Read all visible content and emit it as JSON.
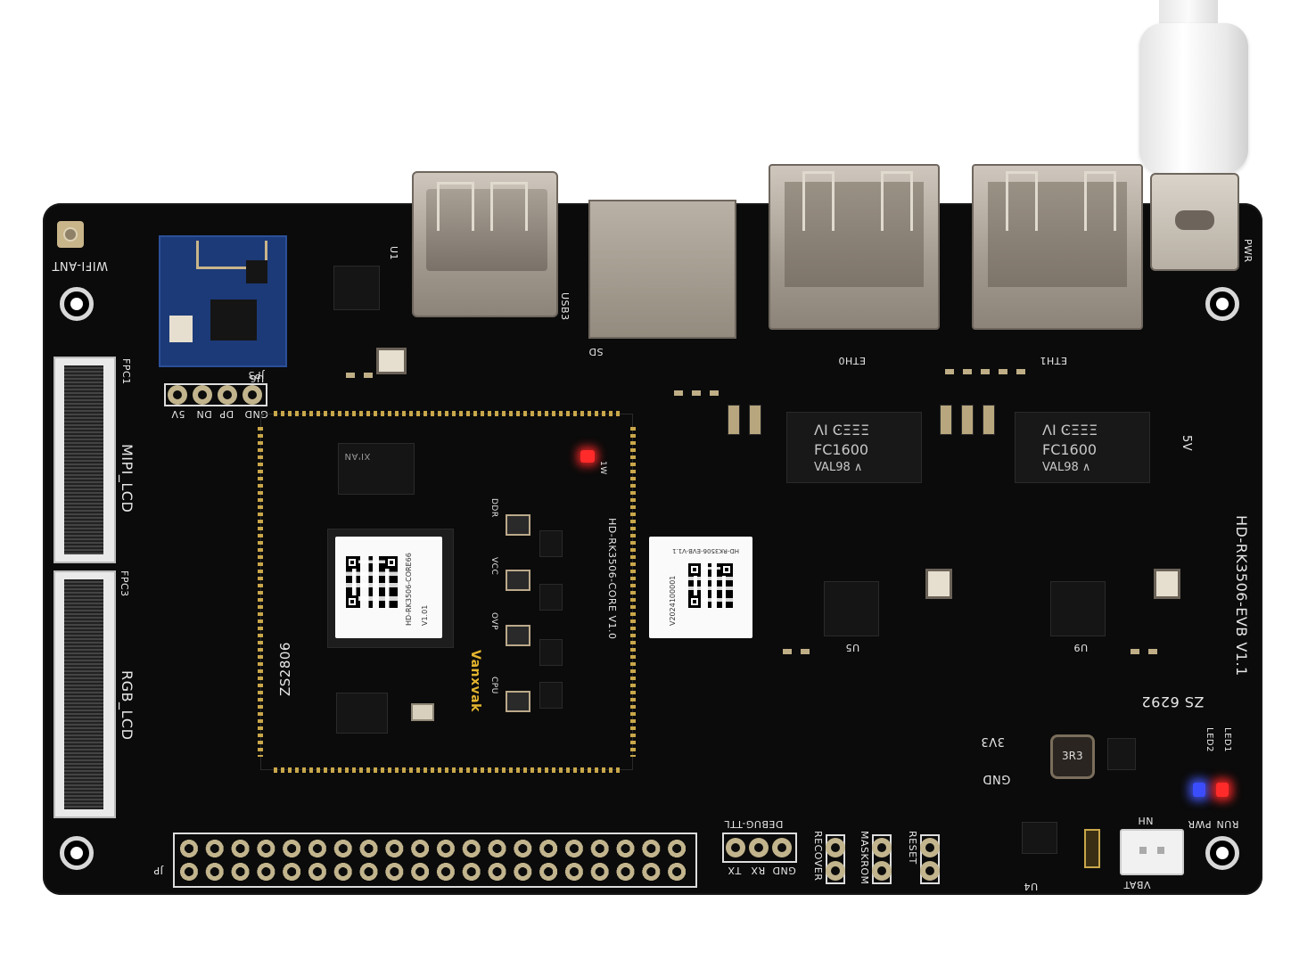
{
  "board": {
    "name": "HD-RK3506-EVB V1.1",
    "core": "HD-RK3506-CORE V1.0",
    "brand": "Vanxvak",
    "core_code": "ZS2806"
  },
  "silkscreen": {
    "wifi_ant": "WIFI-ANT",
    "u6": "U6",
    "u1": "U1",
    "jp3": "JP3",
    "jp3_pins": [
      "GND",
      "DP",
      "DN",
      "5V"
    ],
    "fpc1": "FPC1",
    "mipi_lcd": "MIPI_LCD",
    "fpc3": "FPC3",
    "rgb_lcd": "RGB_LCD",
    "usb_label": "USB3",
    "sd": "SD",
    "eth0": "ETH0",
    "eth1": "ETH1",
    "pwr": "PWR",
    "v5": "5V",
    "v3v3": "3V3",
    "gnd": "GND",
    "u5": "U5",
    "u9": "U9",
    "zs": "ZS 6292",
    "led1": "LED1",
    "led2": "LED2",
    "run": "RUN",
    "pwr_led": "PWR",
    "debug_ttl": "DEBUG-TTL",
    "debug_pins": [
      "GND",
      "RX",
      "TX"
    ],
    "recover": "RECOVER",
    "maskrom": "MASKROM",
    "reset": "RESET",
    "u4": "U4",
    "nh": "NH",
    "vbat": "VBAT",
    "jp": "JP",
    "mem_chip": "XI'AN",
    "tvs": "DDR",
    "pmic_labels": [
      "DDR",
      "VCC",
      "OVP",
      "CPU"
    ],
    "core_1w": "1W",
    "inductor": "3R3",
    "eth_chip_line1": "ΛΙ ϾΞΞΞ",
    "eth_chip_line2": "FC1600",
    "eth_chip_line3": "VAL98 ∧",
    "core_label_line": "HD-RK3506-CORE66",
    "core_label_ver": "V1.01",
    "evb_label_line": "HD-RK3506-EVB-V1.1",
    "evb_label_code": "V2024100001"
  },
  "colors": {
    "pcb": "#0b0b0b",
    "silk": "#e8e8e8",
    "gold": "#c9a74a",
    "wifi_module": "#1c3a78",
    "led_red": "#ff2a2a",
    "led_blue": "#3a4dff"
  },
  "cable": {
    "color": "#f2f2f2"
  }
}
